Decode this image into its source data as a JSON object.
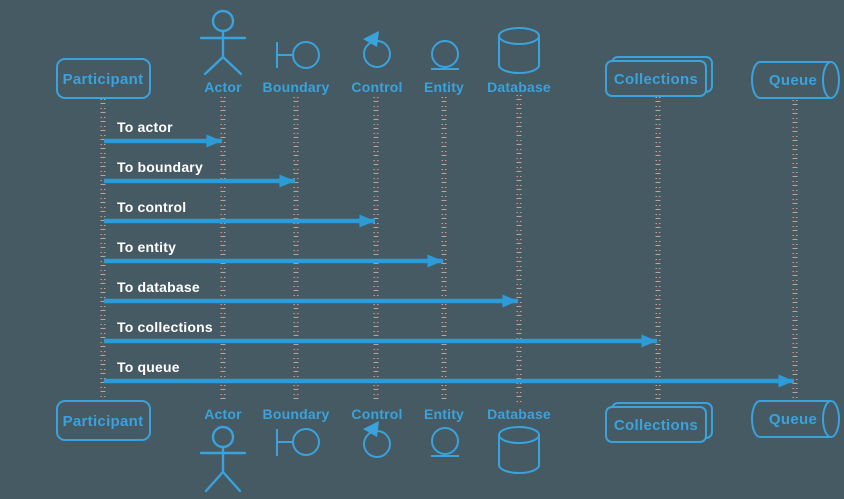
{
  "diagram": {
    "participants": [
      {
        "id": "participant",
        "label": "Participant",
        "shape": "box"
      },
      {
        "id": "actor",
        "label": "Actor",
        "shape": "actor"
      },
      {
        "id": "boundary",
        "label": "Boundary",
        "shape": "boundary"
      },
      {
        "id": "control",
        "label": "Control",
        "shape": "control"
      },
      {
        "id": "entity",
        "label": "Entity",
        "shape": "entity"
      },
      {
        "id": "database",
        "label": "Database",
        "shape": "database"
      },
      {
        "id": "collections",
        "label": "Collections",
        "shape": "collections"
      },
      {
        "id": "queue",
        "label": "Queue",
        "shape": "queue"
      }
    ],
    "messages": [
      {
        "from": "participant",
        "to": "actor",
        "label": "To actor"
      },
      {
        "from": "participant",
        "to": "boundary",
        "label": "To boundary"
      },
      {
        "from": "participant",
        "to": "control",
        "label": "To control"
      },
      {
        "from": "participant",
        "to": "entity",
        "label": "To entity"
      },
      {
        "from": "participant",
        "to": "database",
        "label": "To database"
      },
      {
        "from": "participant",
        "to": "collections",
        "label": "To collections"
      },
      {
        "from": "participant",
        "to": "queue",
        "label": "To queue"
      }
    ]
  },
  "colors": {
    "background": "#455a63",
    "accent": "#3aa2dc",
    "arrow": "#2d9bd8",
    "message-text": "#ffffff",
    "lifeline": "#6b5148",
    "lifeline-cap": "#a9a9a9"
  }
}
